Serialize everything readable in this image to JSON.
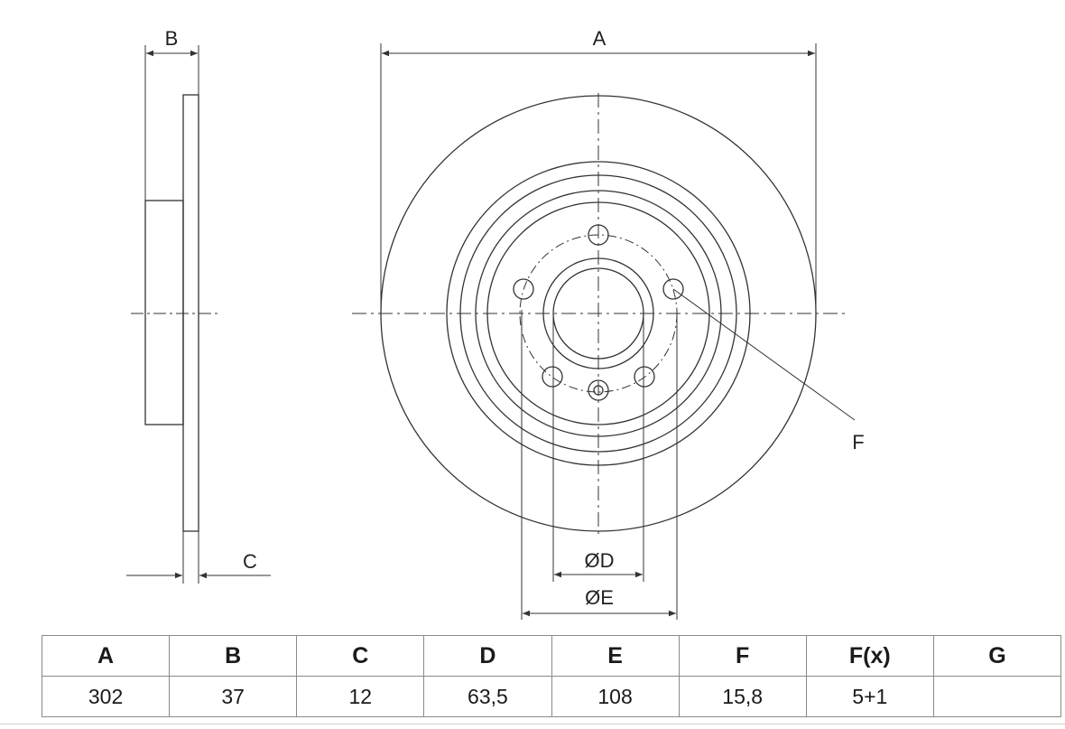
{
  "drawing": {
    "side_view": {
      "label_b": "B",
      "label_c": "C"
    },
    "front_view": {
      "label_a": "A",
      "label_f": "F",
      "label_d": "ØD",
      "label_e": "ØE"
    }
  },
  "table": {
    "headers": [
      "A",
      "B",
      "C",
      "D",
      "E",
      "F",
      "F(x)",
      "G"
    ],
    "values": [
      "302",
      "37",
      "12",
      "63,5",
      "108",
      "15,8",
      "5+1",
      ""
    ]
  },
  "colors": {
    "line": "#333333",
    "table_border": "#8a8a8a"
  }
}
